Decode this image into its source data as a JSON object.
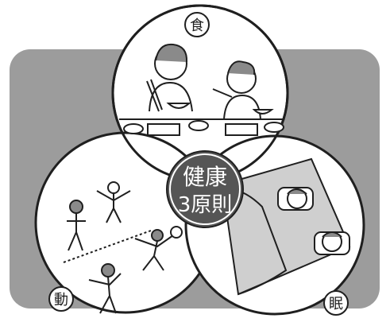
{
  "diagram": {
    "center_label_line1": "健康",
    "center_label_line2": "3原則",
    "circles": {
      "eat": {
        "badge": "食"
      },
      "move": {
        "badge": "動"
      },
      "sleep": {
        "badge": "眠"
      }
    }
  },
  "colors": {
    "background_panel": "#9c9c9c",
    "circle_fill": "#ffffff",
    "ink": "#1f1f1f",
    "center_fill": "#555555",
    "blanket": "#cfcfcf"
  }
}
